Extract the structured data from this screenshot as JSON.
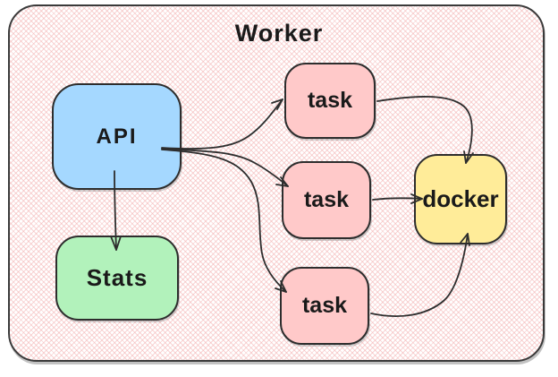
{
  "diagram": {
    "title": "Worker",
    "nodes": {
      "api": {
        "label": "API",
        "fill": "#a5d8ff"
      },
      "stats": {
        "label": "Stats",
        "fill": "#b2f2bb"
      },
      "task1": {
        "label": "task",
        "fill": "#ffc9c9"
      },
      "task2": {
        "label": "task",
        "fill": "#ffc9c9"
      },
      "task3": {
        "label": "task",
        "fill": "#ffc9c9"
      },
      "docker": {
        "label": "docker",
        "fill": "#ffec99"
      }
    },
    "edges": [
      {
        "from": "API",
        "to": "Stats"
      },
      {
        "from": "API",
        "to": "task (top)"
      },
      {
        "from": "API",
        "to": "task (middle)"
      },
      {
        "from": "API",
        "to": "task (bottom)"
      },
      {
        "from": "task (top)",
        "to": "docker"
      },
      {
        "from": "task (middle)",
        "to": "docker"
      },
      {
        "from": "task (bottom)",
        "to": "docker"
      }
    ],
    "colors": {
      "container_hatch": "#f3b2b2",
      "container_border": "#3a3a3a",
      "node_border": "#2d2d2d",
      "arrow_stroke": "#2d2d2d",
      "text": "#1a1a1a"
    }
  }
}
